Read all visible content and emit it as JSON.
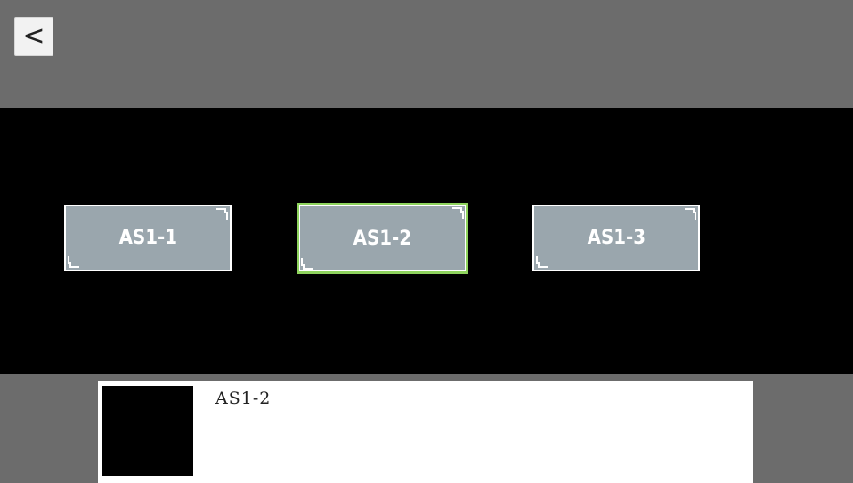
{
  "header": {
    "back_label": "<"
  },
  "levels": [
    {
      "label": "AS1-1",
      "selected": false
    },
    {
      "label": "AS1-2",
      "selected": true
    },
    {
      "label": "AS1-3",
      "selected": false
    }
  ],
  "details": {
    "title": "AS1-2"
  },
  "colors": {
    "button_fill": "#9aa6ad",
    "selected_border": "#8fd45e",
    "stage_bg": "#000000",
    "chrome_bg": "#6c6c6c"
  }
}
